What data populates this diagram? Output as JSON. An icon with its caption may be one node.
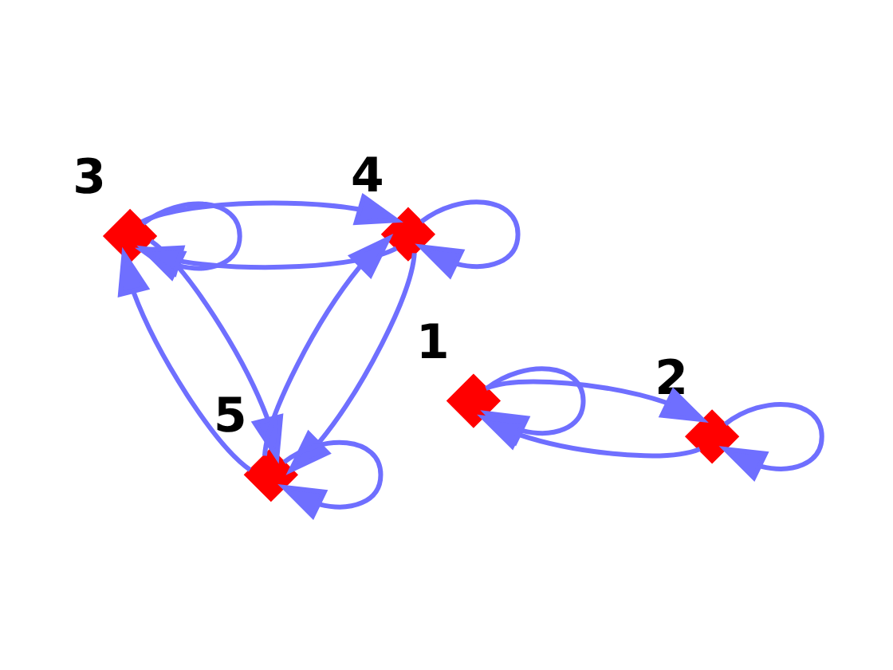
{
  "diagram": {
    "nodes": [
      {
        "text": [],
        "shape": "diamond",
        "beside": [
          "1"
        ]
      },
      {
        "text": [],
        "shape": "diamond",
        "beside": [
          "2"
        ]
      },
      {
        "text": [],
        "shape": "diamond",
        "beside": [
          "3"
        ]
      },
      {
        "text": [],
        "shape": "diamond",
        "beside": [
          "4"
        ]
      },
      {
        "text": [],
        "shape": "diamond",
        "beside": [
          "5"
        ]
      }
    ],
    "edges": [
      {
        "from": 0,
        "to": 0,
        "arrow": "to"
      },
      {
        "from": 0,
        "to": 1,
        "arrow": "to"
      },
      {
        "from": 1,
        "to": 0,
        "arrow": "to"
      },
      {
        "from": 1,
        "to": 1,
        "arrow": "to"
      },
      {
        "from": 2,
        "to": 2,
        "arrow": "to"
      },
      {
        "from": 2,
        "to": 3,
        "arrow": "to"
      },
      {
        "from": 2,
        "to": 4,
        "arrow": "to"
      },
      {
        "from": 3,
        "to": 2,
        "arrow": "to"
      },
      {
        "from": 3,
        "to": 3,
        "arrow": "to"
      },
      {
        "from": 3,
        "to": 4,
        "arrow": "to"
      },
      {
        "from": 4,
        "to": 2,
        "arrow": "to"
      },
      {
        "from": 4,
        "to": 3,
        "arrow": "to"
      },
      {
        "from": 4,
        "to": 4,
        "arrow": "to"
      }
    ]
  }
}
